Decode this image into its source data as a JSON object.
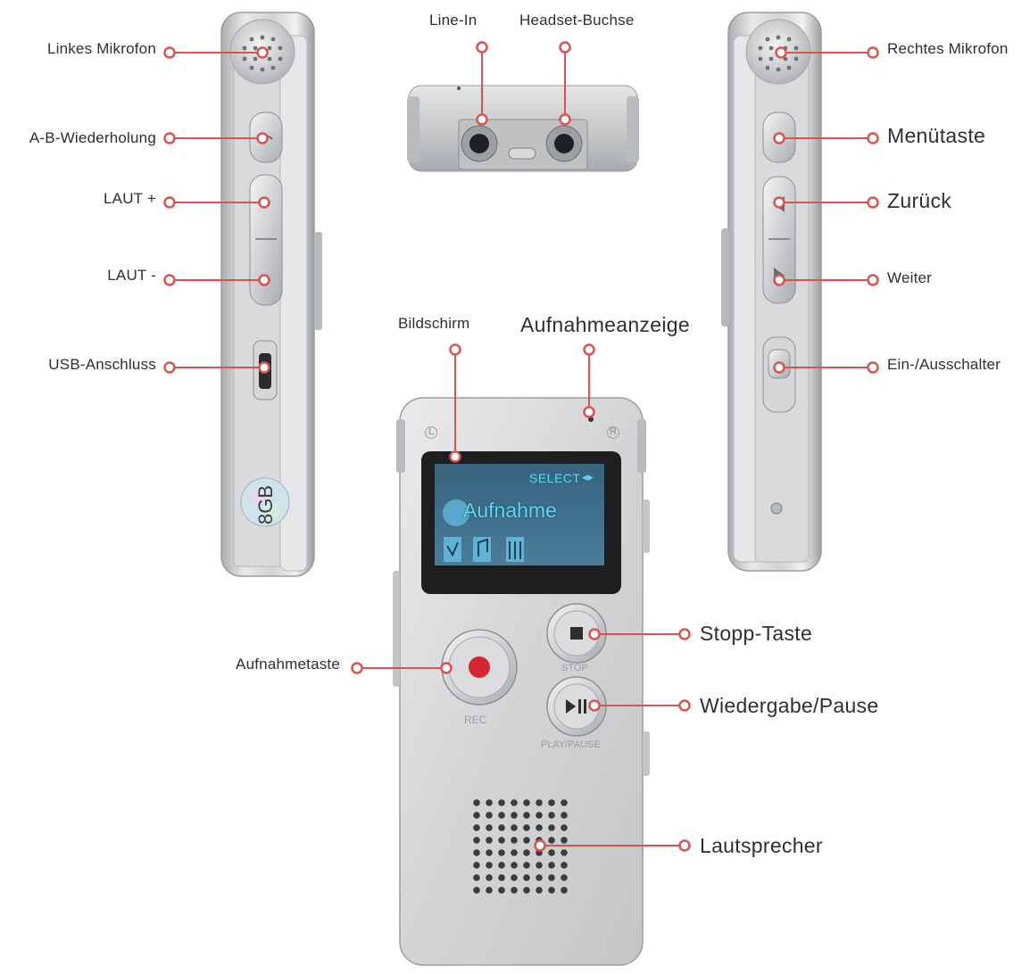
{
  "labels": {
    "linkes_mikrofon": "Linkes Mikrofon",
    "ab_wiederholung": "A-B-Wiederholung",
    "laut_plus": "LAUT +",
    "laut_minus": "LAUT -",
    "usb_anschluss": "USB-Anschluss",
    "line_in": "Line-In",
    "headset_buchse": "Headset-Buchse",
    "rechtes_mikrofon": "Rechtes Mikrofon",
    "menuetaste": "Menütaste",
    "zurueck": "Zurück",
    "weiter": "Weiter",
    "ein_ausschalter": "Ein-/Ausschalter",
    "bildschirm": "Bildschirm",
    "aufnahmeanzeige": "Aufnahmeanzeige",
    "aufnahmetaste": "Aufnahmetaste",
    "stopp_taste": "Stopp-Taste",
    "wiedergabe_pause": "Wiedergabe/Pause",
    "lautsprecher": "Lautsprecher"
  },
  "device": {
    "capacity_badge": "8GB",
    "screen_select": "SELECT",
    "screen_title": "Aufnahme",
    "mic_left_mark": "L",
    "mic_right_mark": "R",
    "rec_label": "REC",
    "stop_label": "STOP",
    "play_label": "PLAY/PAUSE"
  },
  "colors": {
    "callout": "#d9534f",
    "body_silver": "#cfd1d3",
    "screen_bg": "#3f6f8a",
    "screen_text": "#5fd3ef",
    "rec_dot": "#d8262e"
  }
}
